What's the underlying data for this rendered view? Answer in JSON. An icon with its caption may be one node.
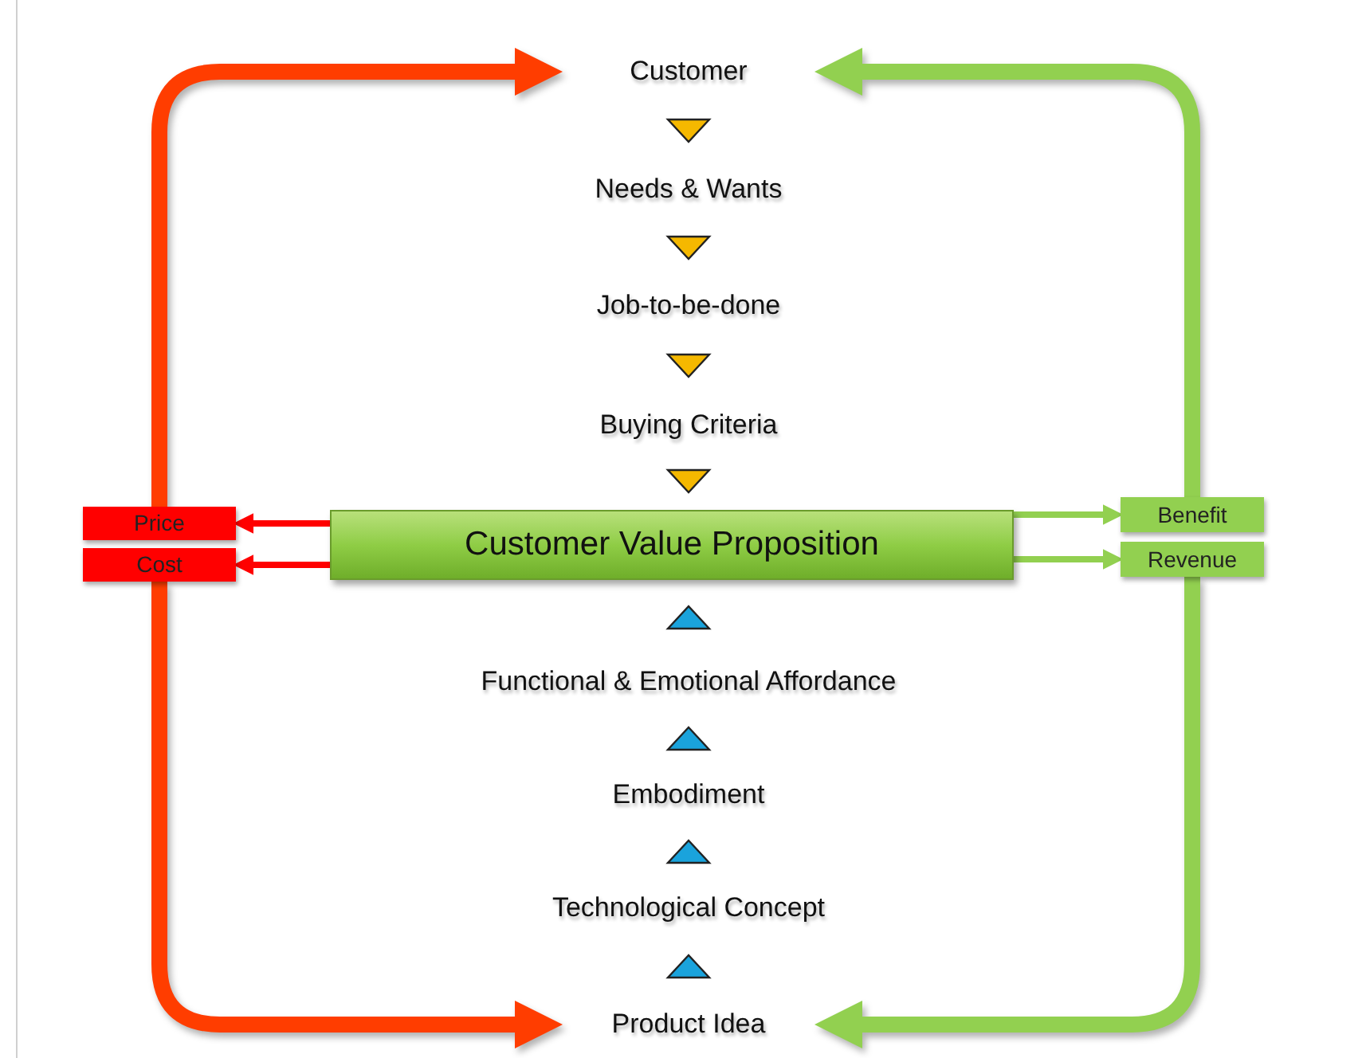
{
  "diagram": {
    "nodes": [
      {
        "text": [
          "Customer"
        ]
      },
      {
        "text": [
          "Needs & Wants"
        ]
      },
      {
        "text": [
          "Job-to-be-done"
        ]
      },
      {
        "text": [
          "Buying Criteria"
        ]
      },
      {
        "text": [
          "Customer Value Proposition"
        ]
      },
      {
        "text": [
          "Functional & Emotional Affordance"
        ]
      },
      {
        "text": [
          "Embodiment"
        ]
      },
      {
        "text": [
          "Technological Concept"
        ]
      },
      {
        "text": [
          "Product Idea"
        ]
      },
      {
        "text": [
          "Price"
        ]
      },
      {
        "text": [
          "Cost"
        ]
      },
      {
        "text": [
          "Benefit"
        ]
      },
      {
        "text": [
          "Revenue"
        ]
      }
    ],
    "edges": [
      {
        "from": 0,
        "to": 1,
        "arrow": "to",
        "color": "#f5b800"
      },
      {
        "from": 1,
        "to": 2,
        "arrow": "to",
        "color": "#f5b800"
      },
      {
        "from": 2,
        "to": 3,
        "arrow": "to",
        "color": "#f5b800"
      },
      {
        "from": 3,
        "to": 4,
        "arrow": "to",
        "color": "#f5b800"
      },
      {
        "from": 8,
        "to": 7,
        "arrow": "to",
        "color": "#1aa3dc"
      },
      {
        "from": 7,
        "to": 6,
        "arrow": "to",
        "color": "#1aa3dc"
      },
      {
        "from": 6,
        "to": 5,
        "arrow": "to",
        "color": "#1aa3dc"
      },
      {
        "from": 5,
        "to": 4,
        "arrow": "to",
        "color": "#1aa3dc"
      },
      {
        "from": 4,
        "to": 9,
        "arrow": "to",
        "color": "#ff0000"
      },
      {
        "from": 4,
        "to": 10,
        "arrow": "to",
        "color": "#ff0000"
      },
      {
        "from": 4,
        "to": 11,
        "arrow": "to",
        "color": "#92d050"
      },
      {
        "from": 4,
        "to": 12,
        "arrow": "to",
        "color": "#92d050"
      },
      {
        "from": 9,
        "to": 0,
        "arrow": "to",
        "style": "thick",
        "color": "#ff3d00"
      },
      {
        "from": 10,
        "to": 8,
        "arrow": "to",
        "style": "thick",
        "color": "#ff3d00"
      },
      {
        "from": 11,
        "to": 0,
        "arrow": "to",
        "style": "thick",
        "color": "#92d050"
      },
      {
        "from": 12,
        "to": 8,
        "arrow": "to",
        "style": "thick",
        "color": "#92d050"
      }
    ]
  }
}
